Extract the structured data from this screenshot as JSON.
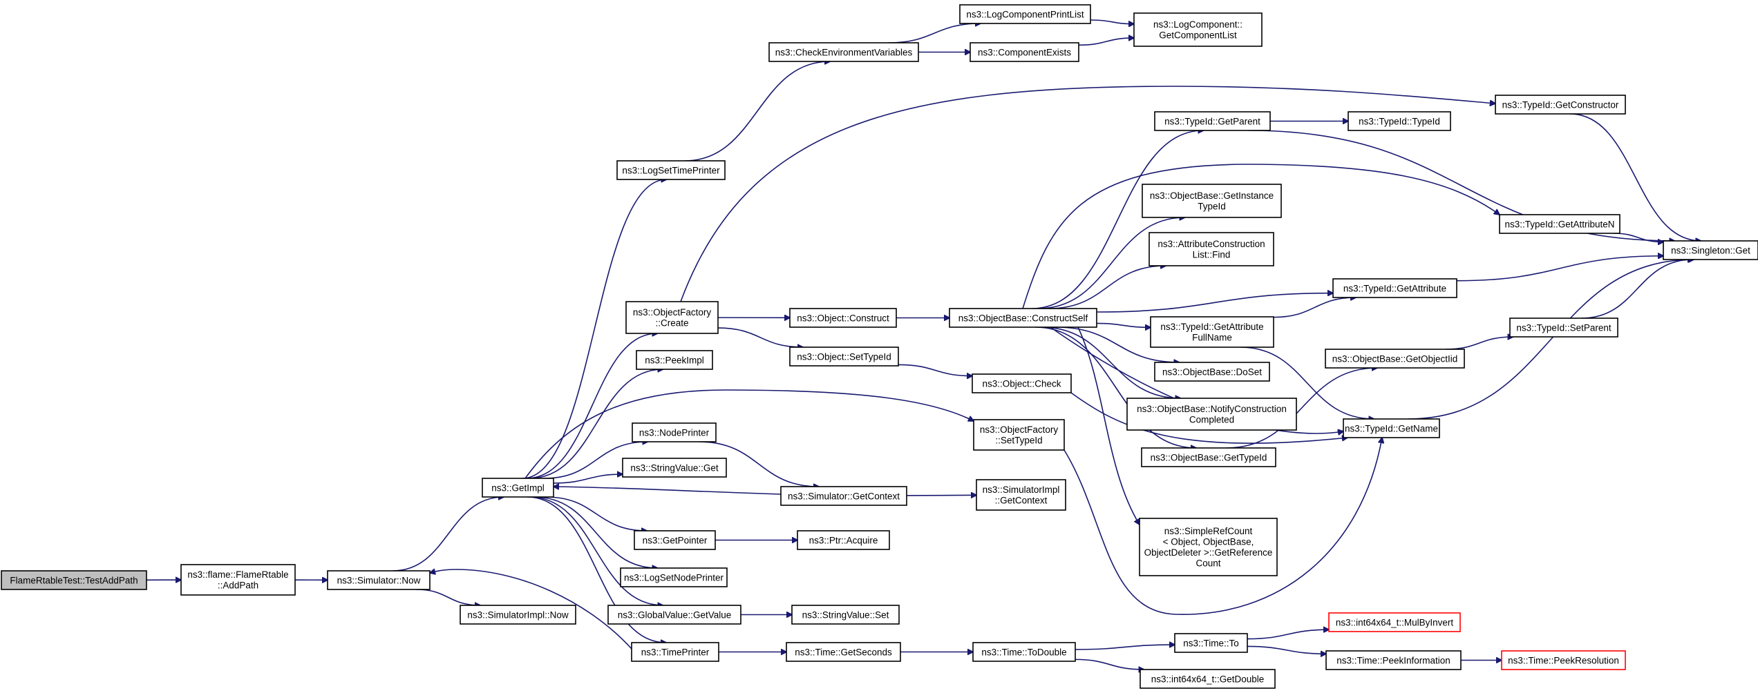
{
  "colors": {
    "edge": "#191970",
    "root_fill": "#bfbfbf",
    "truncated_border": "#ff0000",
    "border": "#000000"
  },
  "nodes": {
    "root": {
      "lines": [
        "FlameRtableTest::TestAddPath"
      ],
      "kind": "root"
    },
    "addpath": {
      "lines": [
        "ns3::flame::FlameRtable",
        "::AddPath"
      ]
    },
    "simnow": {
      "lines": [
        "ns3::Simulator::Now"
      ]
    },
    "simimplnow": {
      "lines": [
        "ns3::SimulatorImpl::Now"
      ]
    },
    "getimpl": {
      "lines": [
        "ns3::GetImpl"
      ]
    },
    "logsettimeprinter": {
      "lines": [
        "ns3::LogSetTimePrinter"
      ]
    },
    "checkenv": {
      "lines": [
        "ns3::CheckEnvironmentVariables"
      ]
    },
    "logcompprintlist": {
      "lines": [
        "ns3::LogComponentPrintList"
      ]
    },
    "compexists": {
      "lines": [
        "ns3::ComponentExists"
      ]
    },
    "logcompgetlist": {
      "lines": [
        "ns3::LogComponent::",
        "GetComponentList"
      ]
    },
    "objfactcreate": {
      "lines": [
        "ns3::ObjectFactory",
        "::Create"
      ]
    },
    "peekimpl": {
      "lines": [
        "ns3::PeekImpl"
      ]
    },
    "nodeprinter": {
      "lines": [
        "ns3::NodePrinter"
      ]
    },
    "stringvalueget": {
      "lines": [
        "ns3::StringValue::Get"
      ]
    },
    "simgetcontext": {
      "lines": [
        "ns3::Simulator::GetContext"
      ]
    },
    "getpointer": {
      "lines": [
        "ns3::GetPointer"
      ]
    },
    "ptracquire": {
      "lines": [
        "ns3::Ptr::Acquire"
      ]
    },
    "logsetnodeprinter": {
      "lines": [
        "ns3::LogSetNodePrinter"
      ]
    },
    "globalvalueget": {
      "lines": [
        "ns3::GlobalValue::GetValue"
      ]
    },
    "stringvalueset": {
      "lines": [
        "ns3::StringValue::Set"
      ]
    },
    "timeprinter": {
      "lines": [
        "ns3::TimePrinter"
      ]
    },
    "timegetseconds": {
      "lines": [
        "ns3::Time::GetSeconds"
      ]
    },
    "timetodouble": {
      "lines": [
        "ns3::Time::ToDouble"
      ]
    },
    "timeto": {
      "lines": [
        "ns3::Time::To"
      ]
    },
    "mulbyinvert": {
      "lines": [
        "ns3::int64x64_t::MulByInvert"
      ],
      "kind": "red"
    },
    "peekinformation": {
      "lines": [
        "ns3::Time::PeekInformation"
      ]
    },
    "peekresolution": {
      "lines": [
        "ns3::Time::PeekResolution"
      ],
      "kind": "red"
    },
    "int64getdouble": {
      "lines": [
        "ns3::int64x64_t::GetDouble"
      ]
    },
    "objconstruct": {
      "lines": [
        "ns3::Object::Construct"
      ]
    },
    "objsettypeid": {
      "lines": [
        "ns3::Object::SetTypeId"
      ]
    },
    "objcheck": {
      "lines": [
        "ns3::Object::Check"
      ]
    },
    "objfactsettypeid": {
      "lines": [
        "ns3::ObjectFactory",
        "::SetTypeId"
      ]
    },
    "simimplgetcontext": {
      "lines": [
        "ns3::SimulatorImpl",
        "::GetContext"
      ]
    },
    "constructself": {
      "lines": [
        "ns3::ObjectBase::ConstructSelf"
      ]
    },
    "typeidgetparent": {
      "lines": [
        "ns3::TypeId::GetParent"
      ]
    },
    "typeidtypeid": {
      "lines": [
        "ns3::TypeId::TypeId"
      ]
    },
    "getinstancetypeid": {
      "lines": [
        "ns3::ObjectBase::GetInstance",
        "TypeId"
      ]
    },
    "attrconstrfind": {
      "lines": [
        "ns3::AttributeConstruction",
        "List::Find"
      ]
    },
    "typeidgetattrfullname": {
      "lines": [
        "ns3::TypeId::GetAttribute",
        "FullName"
      ]
    },
    "doset": {
      "lines": [
        "ns3::ObjectBase::DoSet"
      ]
    },
    "notifyconstr": {
      "lines": [
        "ns3::ObjectBase::NotifyConstruction",
        "Completed"
      ]
    },
    "objbasegettypeid": {
      "lines": [
        "ns3::ObjectBase::GetTypeId"
      ]
    },
    "simplerefcount": {
      "lines": [
        "ns3::SimpleRefCount",
        "< Object, ObjectBase,",
        " ObjectDeleter >::GetReference",
        "Count"
      ]
    },
    "typeidgetconstructor": {
      "lines": [
        "ns3::TypeId::GetConstructor"
      ]
    },
    "typeidgetattrn": {
      "lines": [
        "ns3::TypeId::GetAttributeN"
      ]
    },
    "singletonget": {
      "lines": [
        "ns3::Singleton::Get"
      ]
    },
    "typeidgetattribute": {
      "lines": [
        "ns3::TypeId::GetAttribute"
      ]
    },
    "typeidsetparent": {
      "lines": [
        "ns3::TypeId::SetParent"
      ]
    },
    "getobjectiid": {
      "lines": [
        "ns3::ObjectBase::GetObjectIid"
      ]
    },
    "typeidgetname": {
      "lines": [
        "ns3::TypeId::GetName"
      ]
    }
  },
  "edges": [
    [
      "root",
      "addpath"
    ],
    [
      "addpath",
      "simnow"
    ],
    [
      "simnow",
      "getimpl"
    ],
    [
      "simnow",
      "simimplnow"
    ],
    [
      "getimpl",
      "logsettimeprinter"
    ],
    [
      "getimpl",
      "objfactcreate"
    ],
    [
      "getimpl",
      "peekimpl"
    ],
    [
      "getimpl",
      "objfactsettypeid"
    ],
    [
      "getimpl",
      "nodeprinter"
    ],
    [
      "getimpl",
      "stringvalueget"
    ],
    [
      "getimpl",
      "getpointer"
    ],
    [
      "getimpl",
      "logsetnodeprinter"
    ],
    [
      "getimpl",
      "globalvalueget"
    ],
    [
      "getimpl",
      "timeprinter"
    ],
    [
      "logsettimeprinter",
      "checkenv"
    ],
    [
      "checkenv",
      "logcompprintlist"
    ],
    [
      "checkenv",
      "compexists"
    ],
    [
      "logcompprintlist",
      "logcompgetlist"
    ],
    [
      "compexists",
      "logcompgetlist"
    ],
    [
      "objfactcreate",
      "typeidgetconstructor"
    ],
    [
      "objfactcreate",
      "objconstruct"
    ],
    [
      "objfactcreate",
      "objsettypeid"
    ],
    [
      "objconstruct",
      "constructself"
    ],
    [
      "objsettypeid",
      "objcheck"
    ],
    [
      "nodeprinter",
      "simgetcontext"
    ],
    [
      "simgetcontext",
      "getimpl"
    ],
    [
      "simgetcontext",
      "simimplgetcontext"
    ],
    [
      "getpointer",
      "ptracquire"
    ],
    [
      "globalvalueget",
      "stringvalueset"
    ],
    [
      "timeprinter",
      "simnow"
    ],
    [
      "timeprinter",
      "timegetseconds"
    ],
    [
      "timegetseconds",
      "timetodouble"
    ],
    [
      "timetodouble",
      "timeto"
    ],
    [
      "timetodouble",
      "int64getdouble"
    ],
    [
      "timeto",
      "mulbyinvert"
    ],
    [
      "timeto",
      "peekinformation"
    ],
    [
      "peekinformation",
      "peekresolution"
    ],
    [
      "constructself",
      "typeidgetparent"
    ],
    [
      "constructself",
      "typeidgetattrn"
    ],
    [
      "constructself",
      "getinstancetypeid"
    ],
    [
      "constructself",
      "attrconstrfind"
    ],
    [
      "constructself",
      "typeidgetattribute"
    ],
    [
      "constructself",
      "typeidgetattrfullname"
    ],
    [
      "constructself",
      "doset"
    ],
    [
      "constructself",
      "notifyconstr"
    ],
    [
      "constructself",
      "objbasegettypeid"
    ],
    [
      "constructself",
      "simplerefcount"
    ],
    [
      "constructself",
      "typeidgetname"
    ],
    [
      "typeidgetparent",
      "typeidtypeid"
    ],
    [
      "typeidgetparent",
      "singletonget"
    ],
    [
      "typeidgetconstructor",
      "singletonget"
    ],
    [
      "typeidgetattrn",
      "singletonget"
    ],
    [
      "typeidgetattribute",
      "singletonget"
    ],
    [
      "typeidgetattrfullname",
      "typeidgetattribute"
    ],
    [
      "typeidgetattrfullname",
      "typeidgetname"
    ],
    [
      "objbasegettypeid",
      "getobjectiid"
    ],
    [
      "getobjectiid",
      "typeidsetparent"
    ],
    [
      "typeidsetparent",
      "singletonget"
    ],
    [
      "typeidgetname",
      "singletonget"
    ],
    [
      "objcheck",
      "typeidgetname"
    ],
    [
      "objfactsettypeid",
      "typeidgetname"
    ]
  ]
}
